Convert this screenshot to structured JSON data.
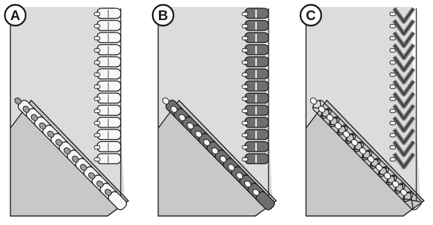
{
  "panels": [
    {
      "id": "a",
      "label": "A",
      "style": "light"
    },
    {
      "id": "b",
      "label": "B",
      "style": "mixed"
    },
    {
      "id": "c",
      "label": "C",
      "style": "cross"
    }
  ],
  "colors": {
    "fabric_back": "#dcdcdc",
    "fabric_front": "#c8c8c8",
    "thread_light": "#f7f7f7",
    "thread_dark": "#6f6f6f",
    "thread_mid": "#9c9c9c",
    "outline": "#1a1a1a",
    "label_fill": "#ffffff"
  }
}
